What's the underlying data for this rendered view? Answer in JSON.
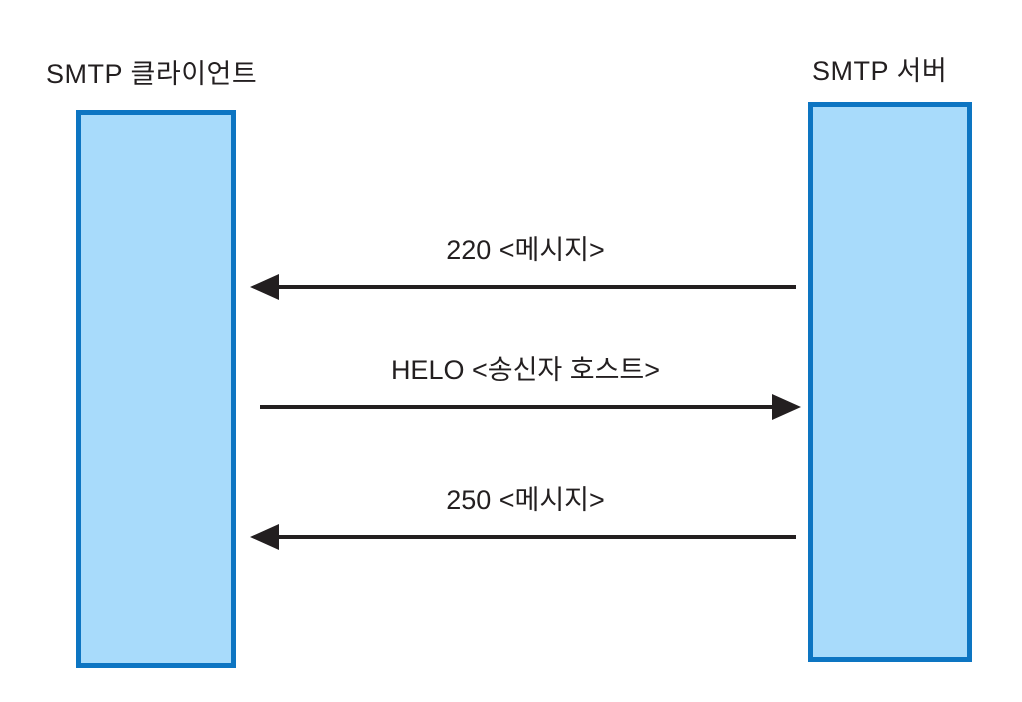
{
  "diagram": {
    "title_client": "SMTP 클라이언트",
    "title_server": "SMTP 서버",
    "messages": [
      {
        "text": "220 <메시지>",
        "direction": "left"
      },
      {
        "text": "HELO <송신자 호스트>",
        "direction": "right"
      },
      {
        "text": "250 <메시지>",
        "direction": "left"
      }
    ],
    "colors": {
      "lifeline_fill": "#a8dbfb",
      "lifeline_border": "#0d75c2",
      "arrow": "#231f20",
      "text": "#231f20",
      "background": "#ffffff"
    }
  }
}
